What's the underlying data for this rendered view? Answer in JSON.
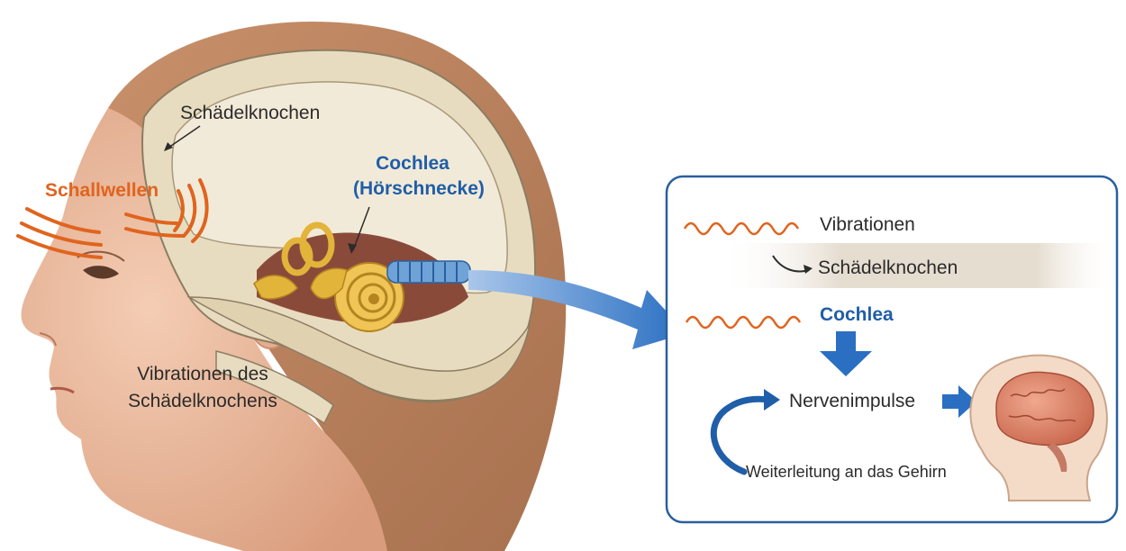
{
  "labels": {
    "skull_bone": "Schädelknochen",
    "sound_waves": "Schallwellen",
    "cochlea": "Cochlea",
    "cochlea_sub": "(Hörschnecke)",
    "vibrations_line1": "Vibrationen des",
    "vibrations_line2": "Schädelknochens"
  },
  "panel": {
    "vibrations": "Vibrationen",
    "skull_bone": "Schädelknochen",
    "cochlea": "Cochlea",
    "nerve_impulses": "Nervenimpulse",
    "forwarding": "Weiterleitung an das Gehirn"
  },
  "colors": {
    "accent_orange": "#e0641e",
    "accent_blue": "#1f5ea8",
    "bone": "#efe4cc",
    "skin": "#e9b79a",
    "ear_gold": "#e3b43a",
    "brain": "#d9826a"
  }
}
